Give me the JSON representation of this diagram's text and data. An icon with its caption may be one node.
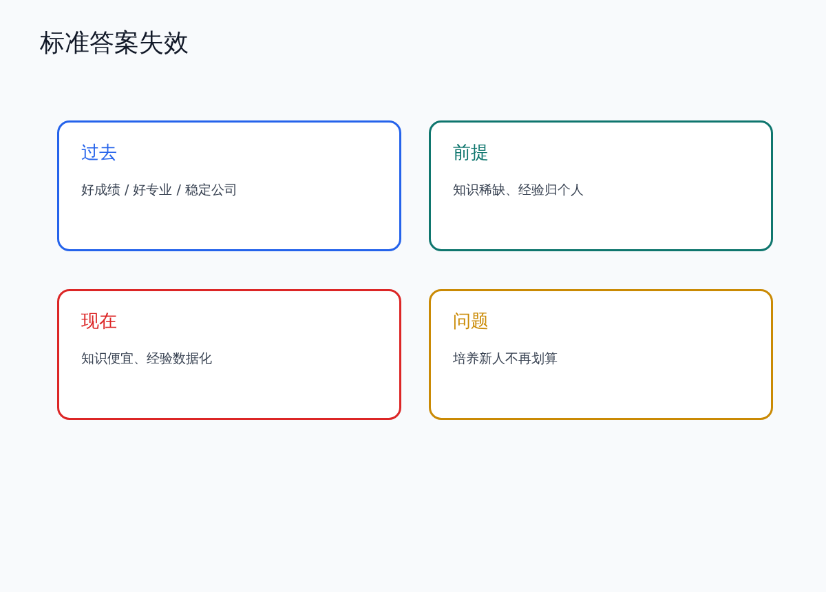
{
  "diagram": {
    "title": "标准答案失效",
    "nodes": [
      {
        "text": [
          "过去",
          "好成绩 / 好专业 / 稳定公司"
        ]
      },
      {
        "text": [
          "前提",
          "知识稀缺、经验归个人"
        ]
      },
      {
        "text": [
          "现在",
          "知识便宜、经验数据化"
        ]
      },
      {
        "text": [
          "问题",
          "培养新人不再划算"
        ]
      }
    ]
  }
}
